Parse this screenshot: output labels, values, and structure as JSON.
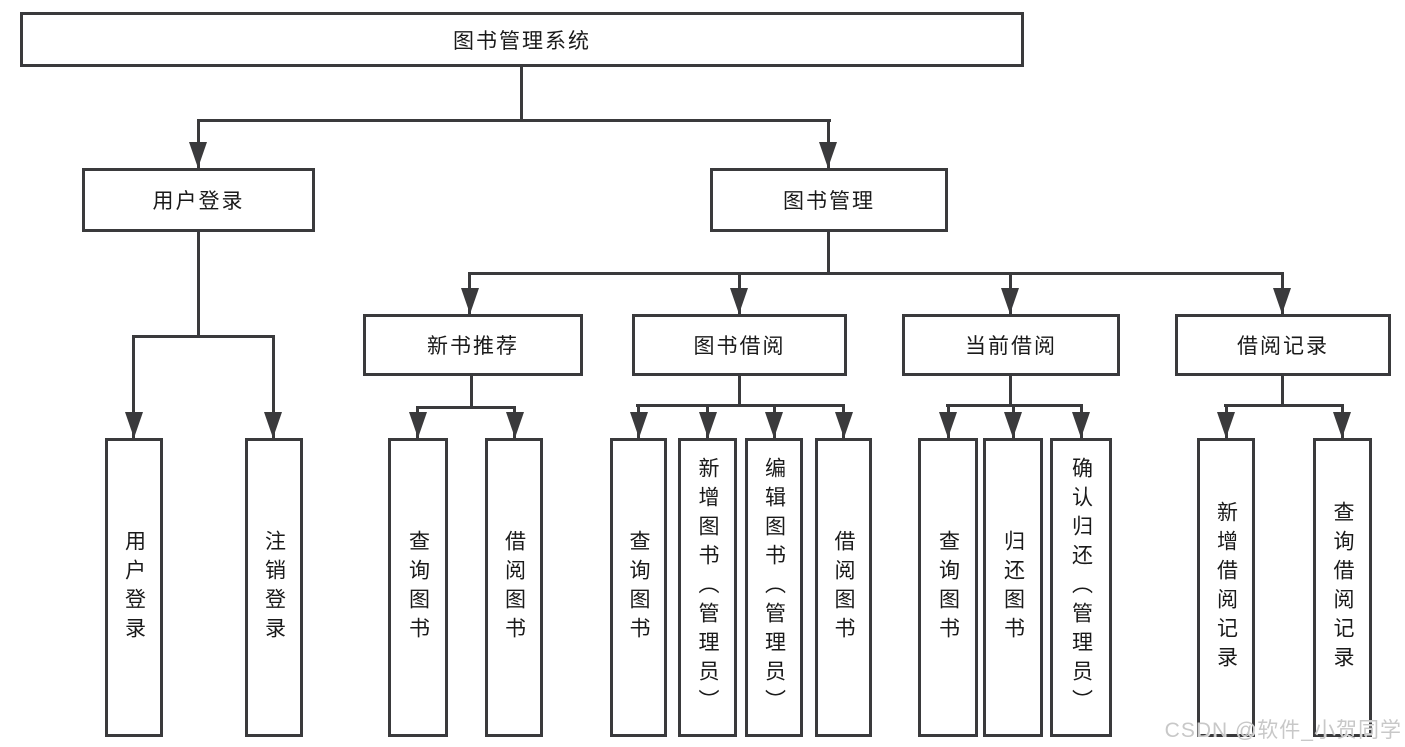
{
  "colors": {
    "line": "#3a3a3c",
    "text": "#1a1a1a",
    "watermark": "#c8c8c8",
    "background": "#ffffff"
  },
  "nodes": {
    "root": "图书管理系统",
    "user_login": "用户登录",
    "book_mgmt": "图书管理",
    "user_login_child": "用户登录",
    "logout_child": "注销登录",
    "new_book": "新书推荐",
    "book_borrow": "图书借阅",
    "current_borrow": "当前借阅",
    "borrow_record": "借阅记录",
    "nb_query_book": "查询图书",
    "nb_borrow_book": "借阅图书",
    "bb_query_book": "查询图书",
    "bb_add_book": "新增图书（管理员）",
    "bb_edit_book": "编辑图书（管理员）",
    "bb_borrow_book": "借阅图书",
    "cb_query_book": "查询图书",
    "cb_return_book": "归还图书",
    "cb_confirm_return": "确认归还（管理员）",
    "br_add_record": "新增借阅记录",
    "br_query_record": "查询借阅记录"
  },
  "watermark": "CSDN @软件_小贺同学"
}
